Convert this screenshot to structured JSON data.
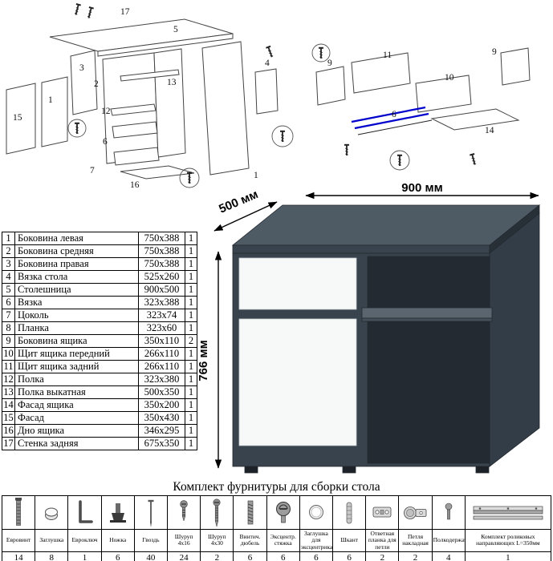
{
  "desk": {
    "width_label": "900 мм",
    "depth_label": "500 мм",
    "height_label": "766 мм",
    "colors": {
      "top": "#4e5a64",
      "side": "#333d47",
      "body": "#39434d",
      "bay": "#232a31",
      "front": "#f7f8f8"
    }
  },
  "diagram_left": {
    "labels": [
      "17",
      "5",
      "1",
      "3",
      "13",
      "2",
      "12",
      "6",
      "15",
      "7",
      "16",
      "4",
      "1"
    ]
  },
  "diagram_right": {
    "labels": [
      "11",
      "9",
      "9",
      "10",
      "6",
      "14"
    ],
    "rail_color": "#0000cc"
  },
  "parts": {
    "rows": [
      {
        "num": "1",
        "name": "Боковина левая",
        "size": "750x388",
        "qty": "1"
      },
      {
        "num": "2",
        "name": "Боковина средняя",
        "size": "750x388",
        "qty": "1"
      },
      {
        "num": "3",
        "name": "Боковина правая",
        "size": "750x388",
        "qty": "1"
      },
      {
        "num": "4",
        "name": "Вязка стола",
        "size": "525x260",
        "qty": "1"
      },
      {
        "num": "5",
        "name": "Столешница",
        "size": "900x500",
        "qty": "1"
      },
      {
        "num": "6",
        "name": "Вязка",
        "size": "323x388",
        "qty": "1"
      },
      {
        "num": "7",
        "name": "Цоколь",
        "size": "323x74",
        "qty": "1"
      },
      {
        "num": "8",
        "name": "Планка",
        "size": "323x60",
        "qty": "1"
      },
      {
        "num": "9",
        "name": "Боковина ящика",
        "size": "350x110",
        "qty": "2"
      },
      {
        "num": "10",
        "name": "Щит ящика передний",
        "size": "266x110",
        "qty": "1"
      },
      {
        "num": "11",
        "name": "Щит ящика задний",
        "size": "266x110",
        "qty": "1"
      },
      {
        "num": "12",
        "name": "Полка",
        "size": "323x380",
        "qty": "1"
      },
      {
        "num": "13",
        "name": "Полка выкатная",
        "size": "500x350",
        "qty": "1"
      },
      {
        "num": "14",
        "name": "Фасад ящика",
        "size": "350x200",
        "qty": "1"
      },
      {
        "num": "15",
        "name": "Фасад",
        "size": "350x430",
        "qty": "1"
      },
      {
        "num": "16",
        "name": "Дно ящика",
        "size": "346x295",
        "qty": "1"
      },
      {
        "num": "17",
        "name": "Стенка задняя",
        "size": "675x350",
        "qty": "1"
      }
    ]
  },
  "hardware": {
    "title": "Комплект фурнитуры для сборки стола",
    "items": [
      {
        "icon": "eurovint-icon",
        "name": "Евровинт",
        "qty": "14"
      },
      {
        "icon": "cap-icon",
        "name": "Заглушка",
        "qty": "8"
      },
      {
        "icon": "hex-key-icon",
        "name": "Евроключ",
        "qty": "1"
      },
      {
        "icon": "foot-icon",
        "name": "Ножка",
        "qty": "6"
      },
      {
        "icon": "nail-icon",
        "name": "Гвоздь",
        "qty": "40"
      },
      {
        "icon": "screw-4x16-icon",
        "name": "Шуруп 4x16",
        "qty": "24"
      },
      {
        "icon": "screw-4x30-icon",
        "name": "Шуруп 4x30",
        "qty": "2"
      },
      {
        "icon": "threaded-dowel-icon",
        "name": "Винтич. дюбель",
        "qty": "6"
      },
      {
        "icon": "cam-lock-icon",
        "name": "Эксцентр. стяжка",
        "qty": "6"
      },
      {
        "icon": "cam-cap-icon",
        "name": "Заглушка для эксцентрика",
        "qty": "6"
      },
      {
        "icon": "wood-dowel-icon",
        "name": "Шкант",
        "qty": "6"
      },
      {
        "icon": "hinge-plate-icon",
        "name": "Ответная планка для петли",
        "qty": "2"
      },
      {
        "icon": "hinge-icon",
        "name": "Петля накладная",
        "qty": "2"
      },
      {
        "icon": "shelf-pin-icon",
        "name": "Полкодержатель",
        "qty": "4"
      },
      {
        "icon": "roller-slides-icon",
        "name": "Комплект роликовых направляющих L=350мм",
        "qty": "1",
        "wide": true
      }
    ]
  }
}
